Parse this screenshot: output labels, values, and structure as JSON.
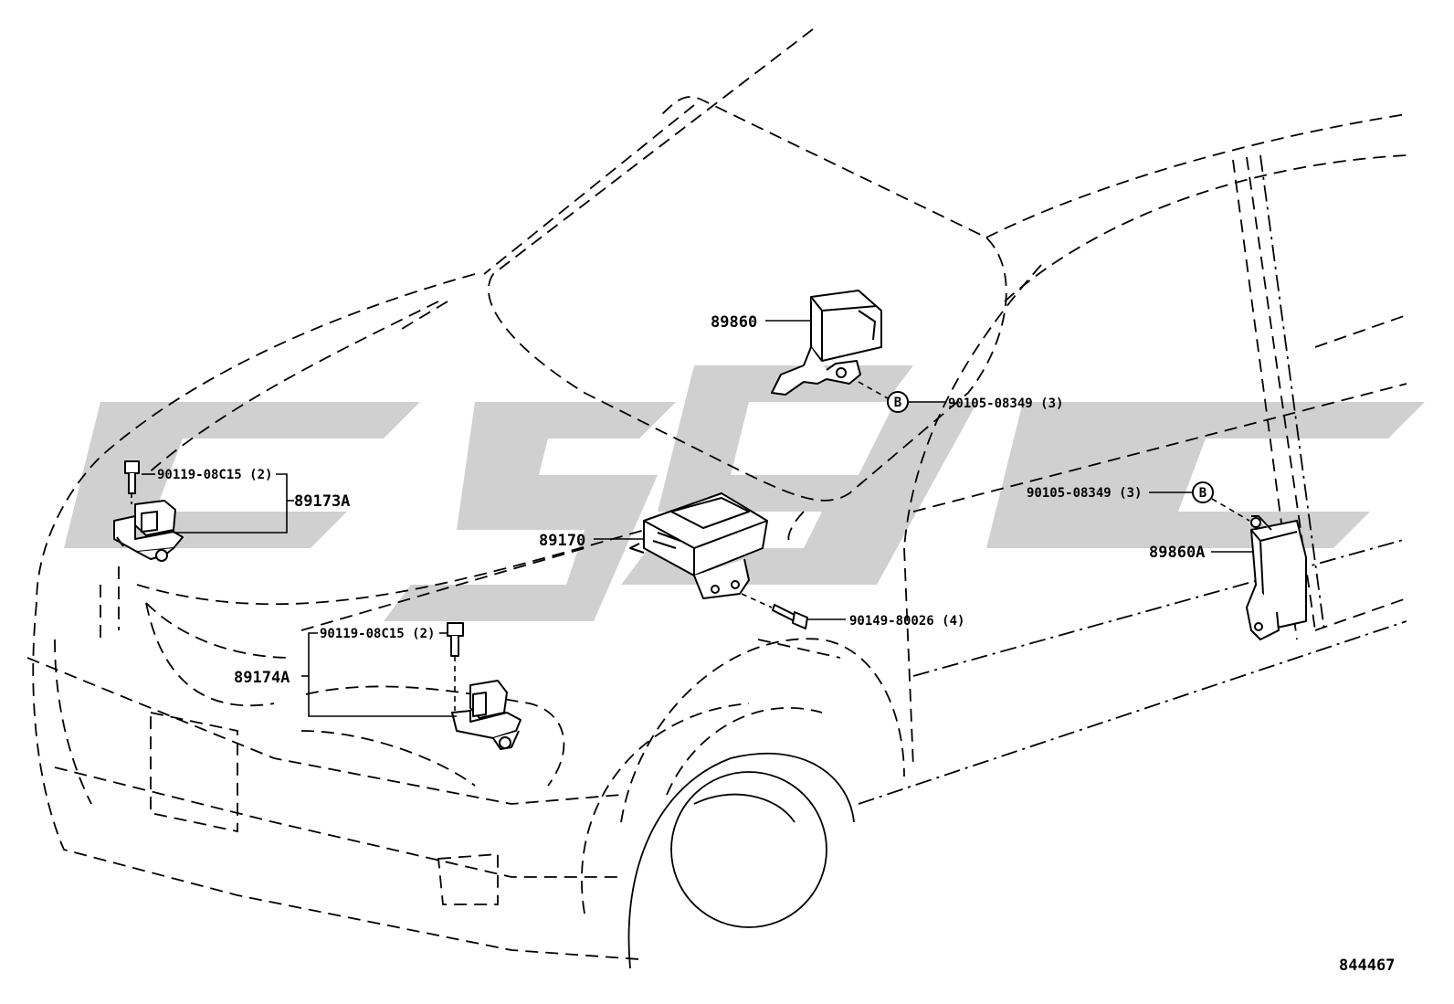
{
  "diagram": {
    "drawing_number": "844467",
    "callouts": {
      "c89860": "89860",
      "c90105_top": "90105-08349 (3)",
      "c90105_right": "90105-08349 (3)",
      "c89860A": "89860A",
      "c90119_left": "90119-08C15 (2)",
      "c89173A": "89173A",
      "c89170": "89170",
      "c90149": "90149-80026 (4)",
      "c90119_center": "90119-08C15 (2)",
      "c89174A": "89174A"
    },
    "markers": {
      "b_top": "B",
      "b_right": "B"
    },
    "watermark": {
      "text": "C S C",
      "color": "#c8c8c8"
    }
  }
}
